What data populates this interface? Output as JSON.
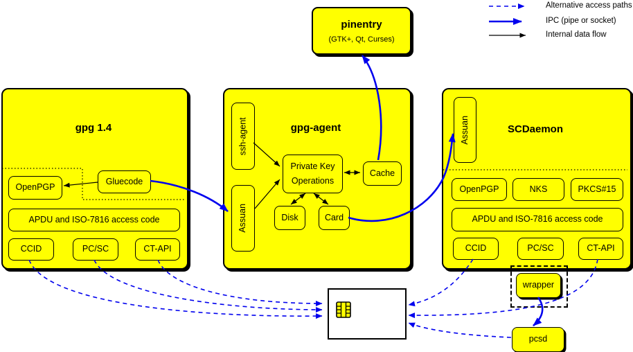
{
  "legend": {
    "items": [
      {
        "label": "Alternative access paths",
        "style": "dashed-blue-arrow"
      },
      {
        "label": "IPC (pipe or socket)",
        "style": "solid-blue-thick-arrow"
      },
      {
        "label": "Internal data flow",
        "style": "solid-black-thin-arrow"
      }
    ]
  },
  "pinentry": {
    "title": "pinentry",
    "subtitle": "(GTK+, Qt, Curses)"
  },
  "gpg14": {
    "title": "gpg 1.4",
    "gluecode": "Gluecode",
    "openpgp": "OpenPGP",
    "apdu": "APDU and ISO-7816 access code",
    "ccid": "CCID",
    "pcsc": "PC/SC",
    "ctapi": "CT-API"
  },
  "gpg_agent": {
    "title": "gpg-agent",
    "ssh_agent": "ssh-agent",
    "assuan": "Assuan",
    "private_key_ops_line1": "Private Key",
    "private_key_ops_line2": "Operations",
    "cache": "Cache",
    "disk": "Disk",
    "card": "Card"
  },
  "scdaemon": {
    "title": "SCDaemon",
    "assuan": "Assuan",
    "openpgp": "OpenPGP",
    "nks": "NKS",
    "pkcs15": "PKCS#15",
    "apdu": "APDU and ISO-7816 access code",
    "ccid": "CCID",
    "pcsc": "PC/SC",
    "ctapi": "CT-API"
  },
  "external": {
    "wrapper": "wrapper",
    "pcsd": "pcsd"
  },
  "colors": {
    "box_fill": "#ffff00",
    "line_blue": "#0000ee",
    "line_black": "#000000",
    "background": "#ffffff"
  }
}
